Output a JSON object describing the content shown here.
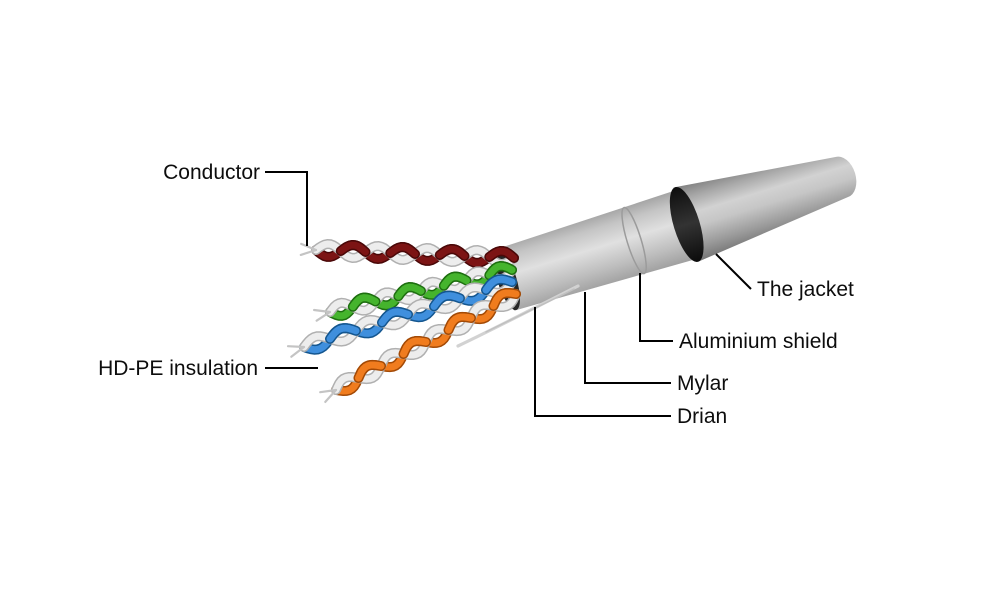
{
  "diagram": {
    "background": "#ffffff",
    "labels": {
      "conductor": "Conductor",
      "hdpe_insulation": "HD-PE insulation",
      "jacket": "The jacket",
      "aluminium_shield": "Aluminium shield",
      "mylar": "Mylar",
      "drain": "Drian"
    },
    "cable": {
      "jacket_color": "#b5b5b5",
      "shield_color": "#d6d6d6",
      "ring_color": "#1c1c1c",
      "mouth_color": "#262626"
    },
    "insulation": {
      "color": "#ededed",
      "shade": "#b0b0b0"
    },
    "pairs": [
      {
        "name": "maroon",
        "color": "#7c1414",
        "shade": "#4a0808"
      },
      {
        "name": "green",
        "color": "#45b42d",
        "shade": "#1e6f10"
      },
      {
        "name": "blue",
        "color": "#3f8fdd",
        "shade": "#14568f"
      },
      {
        "name": "orange",
        "color": "#f07c1e",
        "shade": "#a34a06"
      }
    ]
  }
}
